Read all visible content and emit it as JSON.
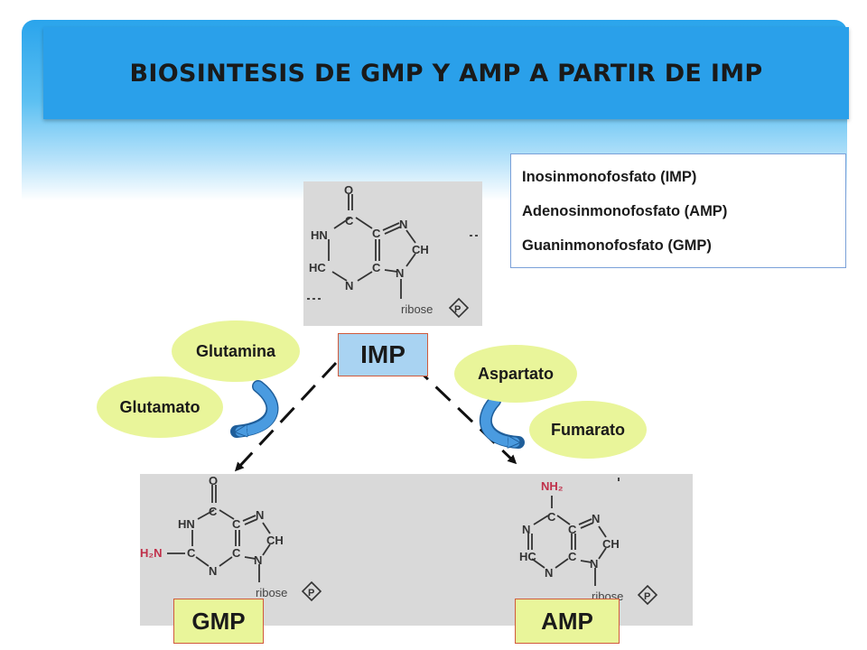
{
  "title": "BIOSINTESIS DE GMP Y AMP A PARTIR DE IMP",
  "legend": [
    "Inosinmonofosfato (IMP)",
    "Adenosinmonofosfato (AMP)",
    "Guaninmonofosfato (GMP)"
  ],
  "nodes": {
    "imp": "IMP",
    "gmp": "GMP",
    "amp": "AMP"
  },
  "reagents": {
    "glutamina": "Glutamina",
    "glutamato": "Glutamato",
    "aspartato": "Aspartato",
    "fumarato": "Fumarato"
  },
  "structure_text": {
    "O": "O",
    "C": "C",
    "N": "N",
    "HN": "HN",
    "HC": "HC",
    "CH": "CH",
    "H2N": "H₂N",
    "NH2": "NH₂",
    "ribose": "ribose",
    "P": "P"
  },
  "colors": {
    "title_bar": "#2aa0ea",
    "ellipse_fill": "#e9f59a",
    "box_fill": "#a9d3f2",
    "box_border": "#d05a3c",
    "arrow_fill": "#4a9be0",
    "amine_red": "#c0304a"
  }
}
